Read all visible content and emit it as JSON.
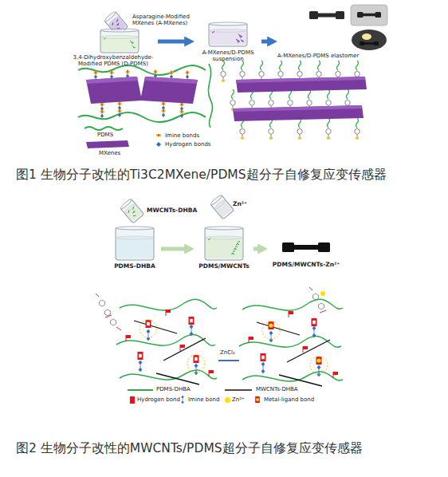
{
  "diagram": {
    "nodes": [
      {
        "text": [
          "Asparagine-Modified MXenes (A-MXenes)"
        ]
      },
      {
        "text": [
          "3,4-Dihydroxybenzaldehyde-Modified PDMS (D-PDMS)"
        ]
      },
      {
        "text": [
          "A-MXenes/D-PDMS suspension"
        ]
      },
      {
        "text": [
          "A-MXenes/D-PDMS elastomer"
        ]
      },
      {
        "text": [
          "MWCNTs-DHBA"
        ]
      },
      {
        "text": [
          "PDMS-DHBA"
        ]
      },
      {
        "text": [
          "Zn²⁺"
        ]
      },
      {
        "text": [
          "PDMS/MWCNTs"
        ]
      },
      {
        "text": [
          "PDMS/MWCNTs-Zn²⁺"
        ]
      }
    ],
    "edges": [
      {
        "from": 1,
        "to": 2,
        "arrow": "to"
      },
      {
        "from": 2,
        "to": 3,
        "arrow": "to"
      },
      {
        "from": 5,
        "to": 7,
        "arrow": "to"
      },
      {
        "from": 7,
        "to": 8,
        "arrow": "to"
      }
    ],
    "labels": [
      "图1 生物分子改性的Ti3C2MXene/PDMS超分子自修复应变传感器",
      "ZnCl₂",
      "图2 生物分子改性的MWCNTs/PDMS超分子自修复应变传感器"
    ],
    "legend": [
      {
        "text": "PDMS"
      },
      {
        "text": "Imine bonds"
      },
      {
        "text": "Hydrogen bonds"
      },
      {
        "text": "MXenes"
      },
      {
        "text": "PDMS-DHBA"
      },
      {
        "text": "MWCNTs-DHBA"
      },
      {
        "text": "Hydrogen bond",
        "color": "#e3141c"
      },
      {
        "text": "Imine bond"
      },
      {
        "text": "Zn²⁺",
        "color": "#ffe100"
      },
      {
        "text": "Metal-ligand bond"
      }
    ]
  }
}
